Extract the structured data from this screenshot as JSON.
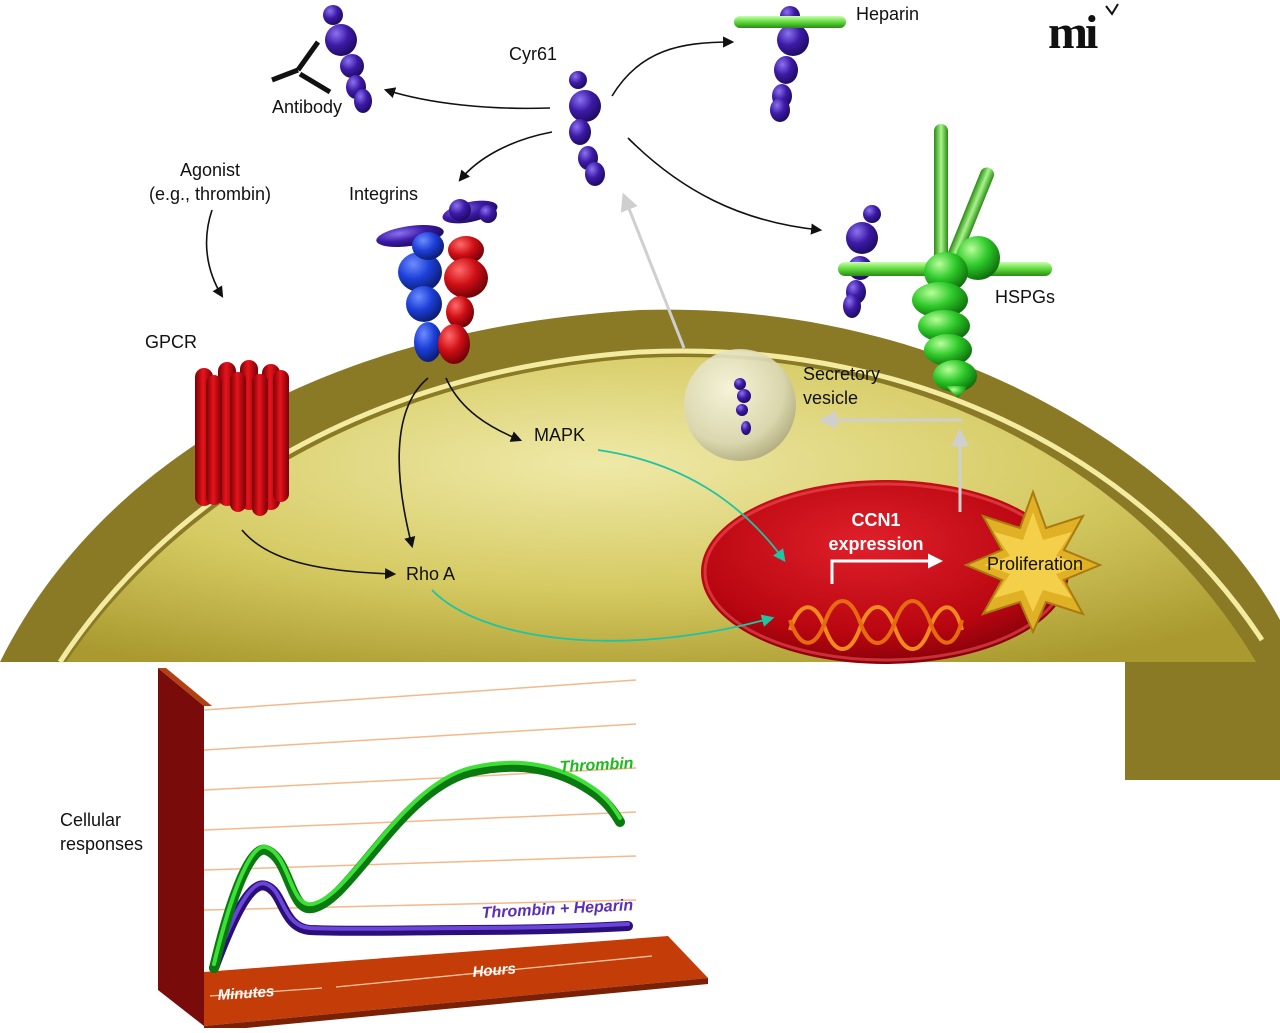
{
  "labels": {
    "cyr61": "Cyr61",
    "heparin": "Heparin",
    "antibody": "Antibody",
    "agonist_line1": "Agonist",
    "agonist_line2": "(e.g., thrombin)",
    "integrins": "Integrins",
    "gpcr": "GPCR",
    "hspgs": "HSPGs",
    "secretory_line1": "Secretory",
    "secretory_line2": "vesicle",
    "mapk": "MAPK",
    "rhoa": "Rho A",
    "ccn1_line1": "CCN1",
    "ccn1_line2": "expression",
    "proliferation": "Proliferation"
  },
  "logo": {
    "text": "mi"
  },
  "graph": {
    "ylabel_line1": "Cellular",
    "ylabel_line2": "responses",
    "axis_minutes": "Minutes",
    "axis_hours": "Hours",
    "series": [
      {
        "name": "Thrombin",
        "color": "#1db91d"
      },
      {
        "name": "Thrombin + Heparin",
        "color": "#5a2fb8"
      }
    ]
  },
  "colors": {
    "cell_outer": "#8a7a25",
    "cell_inner": "#d8cf6a",
    "nucleus": "#c8081a",
    "cyr61_protein": "#3d1aa6",
    "integrin_blue": "#1d3fd8",
    "integrin_red": "#cf0f16",
    "hspg_green": "#2ec92a",
    "heparin_green": "#6fe04a",
    "teal_arrow": "#1fc4a2"
  }
}
